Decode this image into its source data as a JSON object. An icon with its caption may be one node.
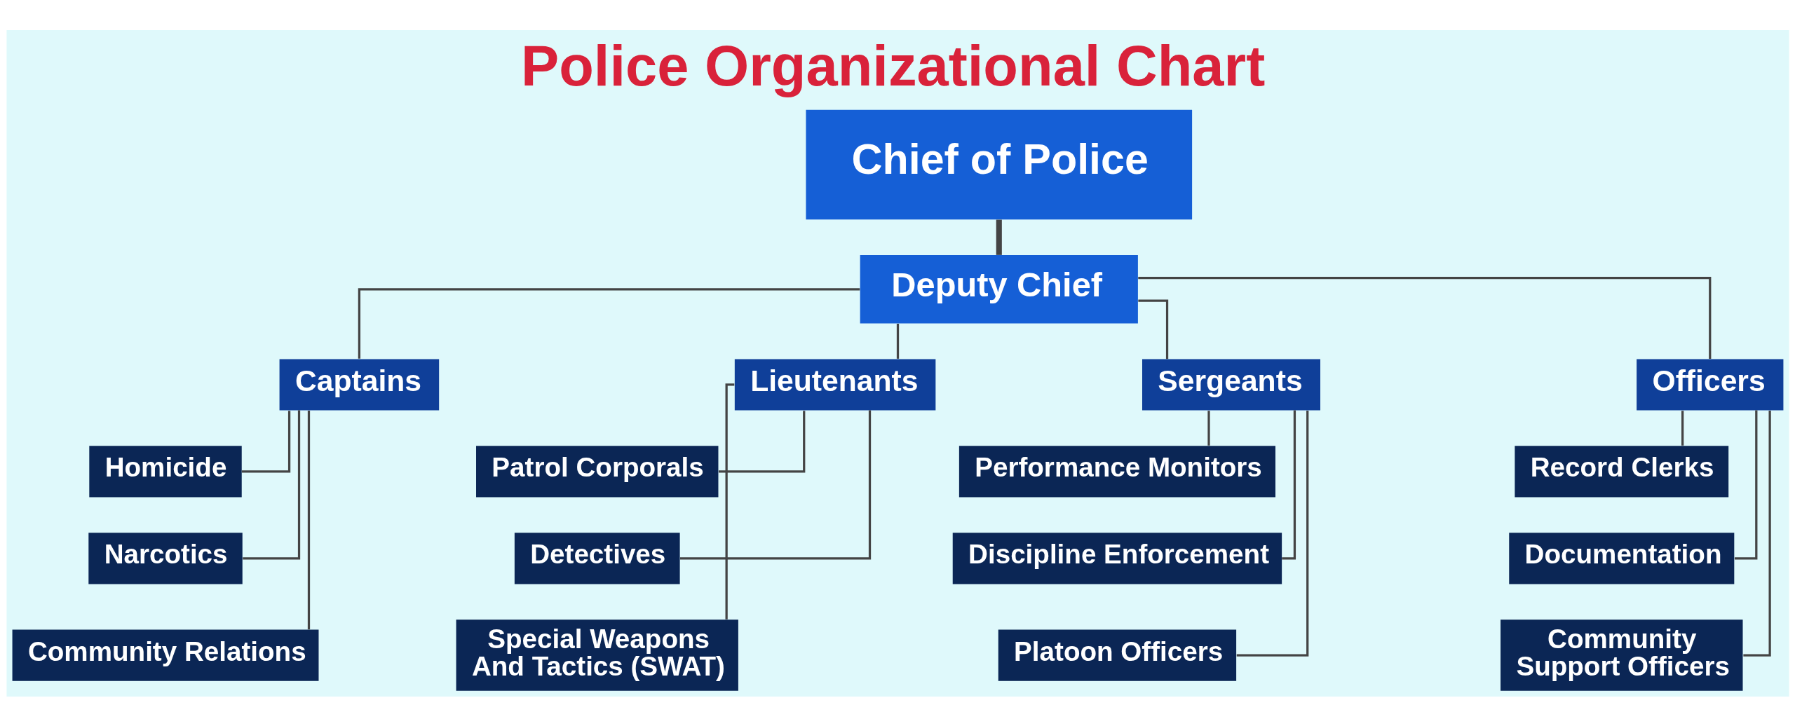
{
  "diagram": {
    "title": "Police Organizational Chart",
    "nodes": [
      {
        "text": [
          "Chief of Police"
        ]
      },
      {
        "text": [
          "Deputy Chief"
        ]
      },
      {
        "text": [
          "Captains"
        ]
      },
      {
        "text": [
          "Homicide"
        ]
      },
      {
        "text": [
          "Narcotics"
        ]
      },
      {
        "text": [
          "Community Relations"
        ]
      },
      {
        "text": [
          "Lieutenants"
        ]
      },
      {
        "text": [
          "Patrol Corporals"
        ]
      },
      {
        "text": [
          "Detectives"
        ]
      },
      {
        "text": [
          "Special Weapons And Tactics (SWAT)"
        ]
      },
      {
        "text": [
          "Sergeants"
        ]
      },
      {
        "text": [
          "Performance Monitors"
        ]
      },
      {
        "text": [
          "Discipline Enforcement"
        ]
      },
      {
        "text": [
          "Platoon Officers"
        ]
      },
      {
        "text": [
          "Officers"
        ]
      },
      {
        "text": [
          "Record Clerks"
        ]
      },
      {
        "text": [
          "Documentation"
        ]
      },
      {
        "text": [
          "Community Support Officers"
        ]
      }
    ],
    "edges": [
      {
        "from": 0,
        "to": 1,
        "arrow": "none",
        "style": "thick"
      },
      {
        "from": 1,
        "to": 2,
        "arrow": "none"
      },
      {
        "from": 2,
        "to": 3,
        "arrow": "none"
      },
      {
        "from": 2,
        "to": 4,
        "arrow": "none"
      },
      {
        "from": 2,
        "to": 5,
        "arrow": "none"
      },
      {
        "from": 1,
        "to": 6,
        "arrow": "none"
      },
      {
        "from": 6,
        "to": 7,
        "arrow": "none"
      },
      {
        "from": 6,
        "to": 8,
        "arrow": "none"
      },
      {
        "from": 6,
        "to": 9,
        "arrow": "none"
      },
      {
        "from": 1,
        "to": 10,
        "arrow": "none"
      },
      {
        "from": 10,
        "to": 11,
        "arrow": "none"
      },
      {
        "from": 10,
        "to": 12,
        "arrow": "none"
      },
      {
        "from": 10,
        "to": 13,
        "arrow": "none"
      },
      {
        "from": 1,
        "to": 14,
        "arrow": "none"
      },
      {
        "from": 14,
        "to": 15,
        "arrow": "none"
      },
      {
        "from": 14,
        "to": 16,
        "arrow": "none"
      },
      {
        "from": 14,
        "to": 17,
        "arrow": "none"
      }
    ]
  }
}
